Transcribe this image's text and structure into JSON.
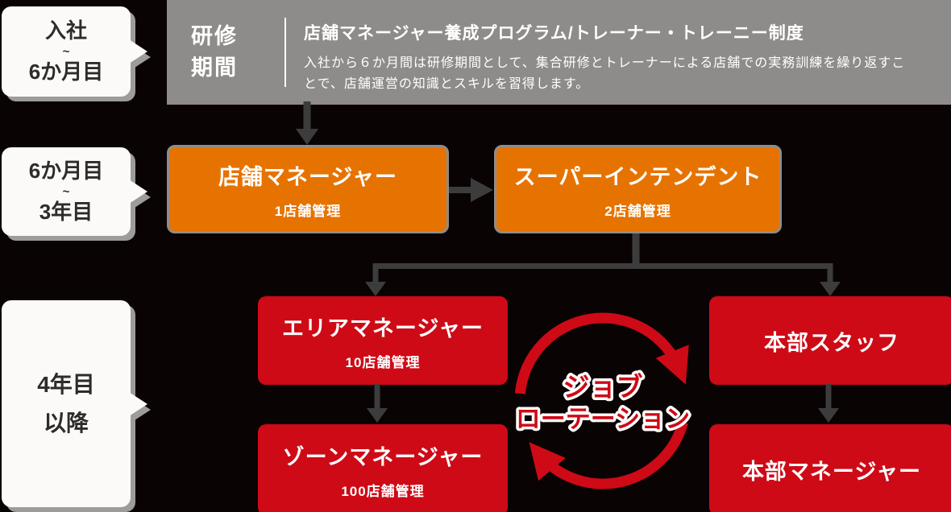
{
  "colors": {
    "background": "#0a0303",
    "training_box": "#8e8c8a",
    "orange": "#e67300",
    "red": "#ce0a16",
    "connector_gray": "#3d3c3c",
    "bubble_bg": "#fbfaf8",
    "bubble_text": "#2e2c2a",
    "bubble_shadow": "#9d9c9a",
    "text_white": "#ffffff"
  },
  "timeline_bubbles": [
    {
      "lines": [
        "入社",
        "~",
        "6か月目"
      ]
    },
    {
      "lines": [
        "6か月目",
        "~",
        "3年目"
      ]
    },
    {
      "lines": [
        "4年目",
        "以降"
      ]
    }
  ],
  "training": {
    "label": [
      "研修",
      "期間"
    ],
    "title": "店舗マネージャー養成プログラム/トレーナー・トレーニー制度",
    "description": "入社から６か月間は研修期間として、集合研修とトレーナーによる店舗での実務訓練を繰り返すことで、店舗運営の知識とスキルを習得します。"
  },
  "roles": {
    "store_manager": {
      "title": "店舗マネージャー",
      "subtitle": "1店舗管理"
    },
    "superintendent": {
      "title": "スーパーインテンデント",
      "subtitle": "2店舗管理"
    },
    "area_manager": {
      "title": "エリアマネージャー",
      "subtitle": "10店舗管理"
    },
    "zone_manager": {
      "title": "ゾーンマネージャー",
      "subtitle": "100店舗管理"
    },
    "hq_staff": {
      "title": "本部スタッフ"
    },
    "hq_manager": {
      "title": "本部マネージャー"
    }
  },
  "job_rotation": {
    "lines": [
      "ジョブ",
      "ローテーション"
    ]
  }
}
